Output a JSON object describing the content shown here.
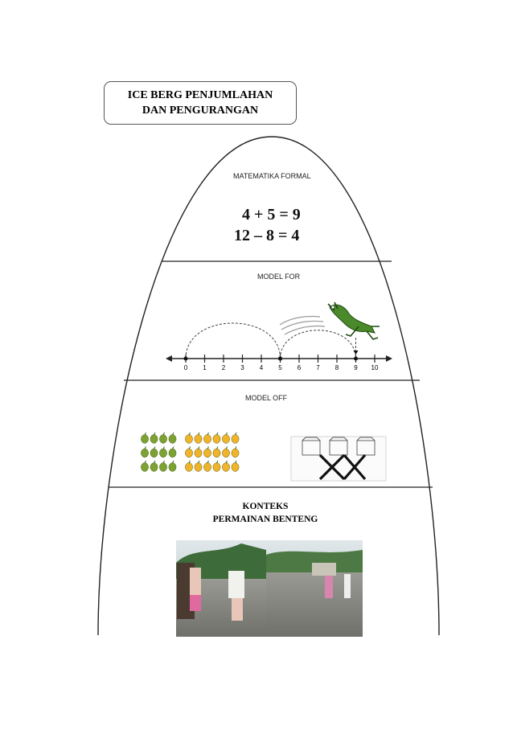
{
  "title": {
    "line1": "ICE BERG PENJUMLAHAN",
    "line2": "DAN PENGURANGAN"
  },
  "levels": {
    "formal": {
      "label": "MATEMATIKA FORMAL",
      "equation1": "4 + 5 = 9",
      "equation2": "12 – 8 = 4"
    },
    "model_for": {
      "label": "MODEL FOR",
      "ticks": [
        "0",
        "1",
        "2",
        "3",
        "4",
        "5",
        "6",
        "7",
        "8",
        "9",
        "10"
      ],
      "jumps": [
        [
          0,
          5
        ],
        [
          5,
          9
        ]
      ]
    },
    "model_of": {
      "label": "MODEL OFF",
      "fruit_groups": [
        {
          "rows": 3,
          "cols": 4,
          "color": "#7aa332"
        },
        {
          "rows": 3,
          "cols": 6,
          "color": "#f0b428"
        }
      ]
    },
    "context": {
      "label1": "KONTEKS",
      "label2": "PERMAINAN BENTENG"
    }
  },
  "colors": {
    "outline": "#222222",
    "frog": "#4a8a2a"
  }
}
